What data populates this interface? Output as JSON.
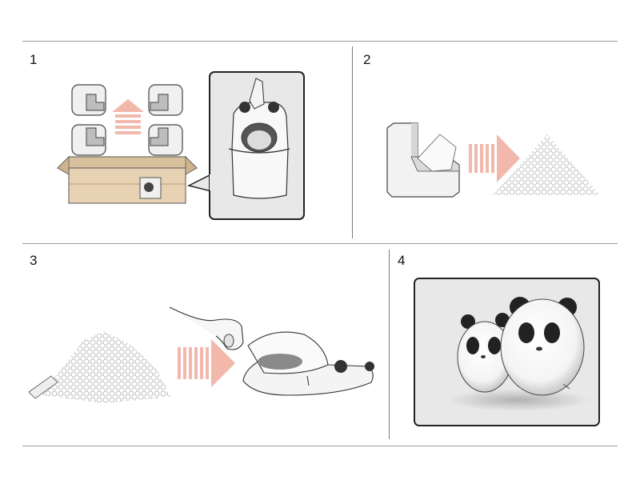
{
  "steps": [
    {
      "number": "1"
    },
    {
      "number": "2"
    },
    {
      "number": "3"
    },
    {
      "number": "4"
    }
  ],
  "colors": {
    "arrow": "#f2b8ab",
    "box": "#e7d2b3",
    "boxDark": "#c9b28e",
    "frameBg": "#e8e8e8",
    "frameBorder": "#222222",
    "foam": "#d9d9d9"
  }
}
